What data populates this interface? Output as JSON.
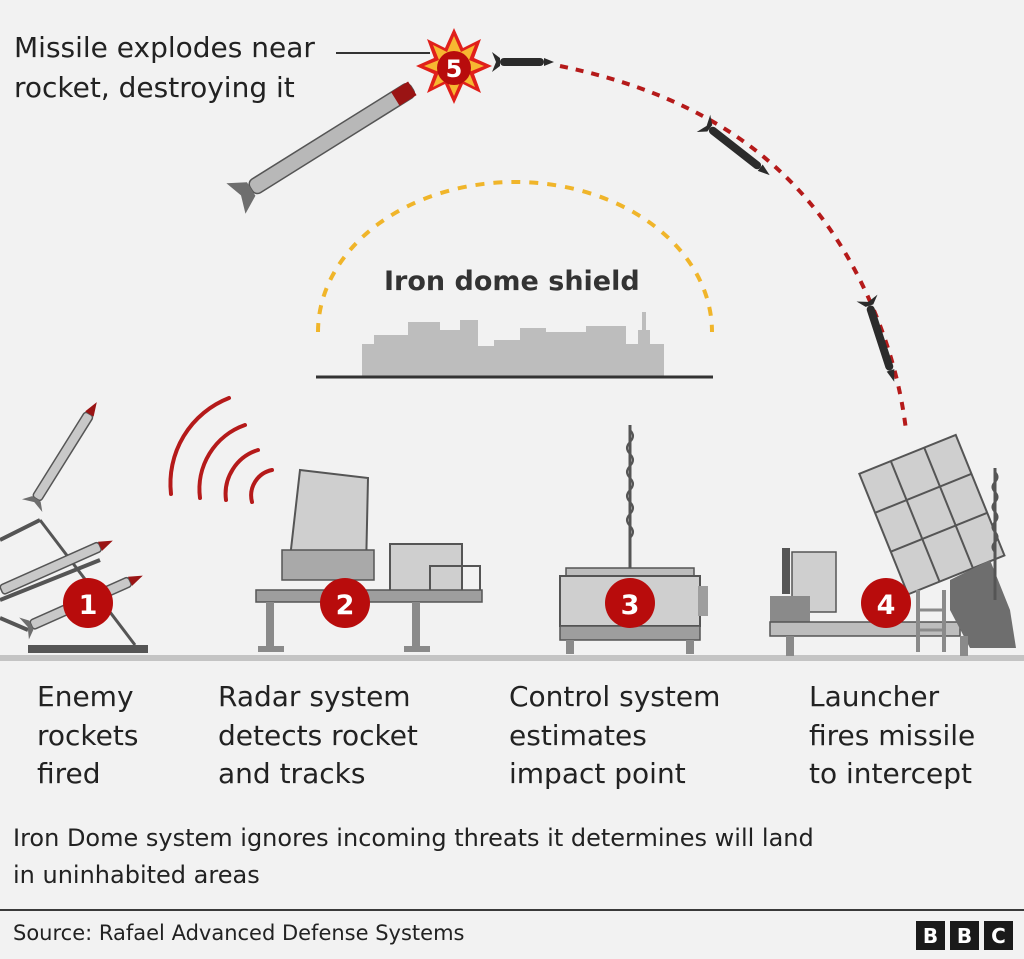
{
  "callout": {
    "lines": [
      "Missile explodes near",
      "rocket, destroying it"
    ],
    "badge": "5"
  },
  "dome_label": "Iron dome shield",
  "steps": [
    {
      "number": "1",
      "lines": [
        "Enemy",
        "rockets",
        "fired"
      ]
    },
    {
      "number": "2",
      "lines": [
        "Radar system",
        "detects rocket",
        "and tracks"
      ]
    },
    {
      "number": "3",
      "lines": [
        "Control system",
        "estimates",
        "impact point"
      ]
    },
    {
      "number": "4",
      "lines": [
        "Launcher",
        "fires missile",
        "to intercept"
      ]
    }
  ],
  "footnote": {
    "lines": [
      "Iron Dome system ignores incoming threats it determines will land",
      "in uninhabited areas"
    ]
  },
  "source": "Source: Rafael Advanced Defense Systems",
  "logo": [
    "B",
    "B",
    "C"
  ],
  "colors": {
    "background": "#f2f2f2",
    "badge_red": "#b80c0c",
    "trajectory_red": "#b51a1a",
    "dome_yellow": "#f0b52a",
    "explosion_yellow": "#f7b731",
    "explosion_red": "#e0201b",
    "machinery_gray": "#bdbdbd",
    "ground_gray": "#c4c4c4"
  }
}
